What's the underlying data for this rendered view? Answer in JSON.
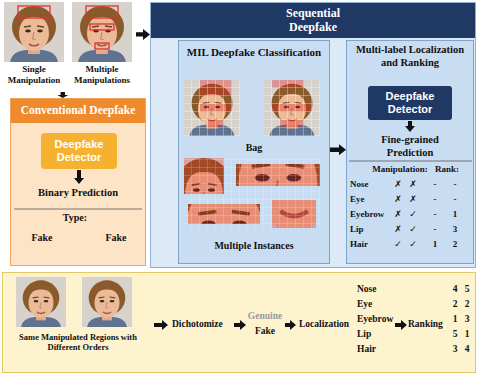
{
  "diagram": {
    "nodes": [
      {
        "text": [
          "Single Manipulation"
        ]
      },
      {
        "text": [
          "Multiple Manipulations"
        ]
      },
      {
        "text": [
          "Conventional Deepfake",
          "Binary Prediction"
        ]
      },
      {
        "text": [
          "Deepfake Detector"
        ],
        "in": 2
      },
      {
        "text": [
          "Sequential Deepfake"
        ]
      },
      {
        "text": [
          "MIL Deepfake Classification",
          "Bag",
          "Multiple Instances"
        ],
        "in": 4
      },
      {
        "text": [
          "Multi-label Localization and Ranking",
          "Fine-grained Prediction"
        ],
        "in": 4
      },
      {
        "text": [
          "Deepfake Detector"
        ],
        "in": 6
      },
      {
        "text": [
          "Same Manipulated Regions with Different Orders",
          "Dichotomize",
          "Localization",
          "Ranking"
        ]
      }
    ],
    "edges": [
      {
        "from": 0,
        "to": 2,
        "arrow": "to"
      },
      {
        "from": 1,
        "to": 4,
        "arrow": "to"
      },
      {
        "from": 5,
        "to": 6,
        "arrow": "to"
      }
    ],
    "labels": [
      "Type:",
      "Fake",
      "Fake",
      "Manipulation:",
      "Rank:",
      "Nose",
      "✗",
      "✗",
      "-",
      "-",
      "Eye",
      "✗",
      "✗",
      "-",
      "-",
      "Eyebrow",
      "✗",
      "✓",
      "-",
      "1",
      "Lip",
      "✗",
      "✓",
      "-",
      "3",
      "Hair",
      "✓",
      "✓",
      "1",
      "2",
      "Genuine",
      "Fake",
      "Nose",
      "Eye",
      "Eyebrow",
      "Lip",
      "Hair",
      "4",
      "5",
      "2",
      "2",
      "1",
      "3",
      "5",
      "1",
      "3",
      "4"
    ]
  }
}
